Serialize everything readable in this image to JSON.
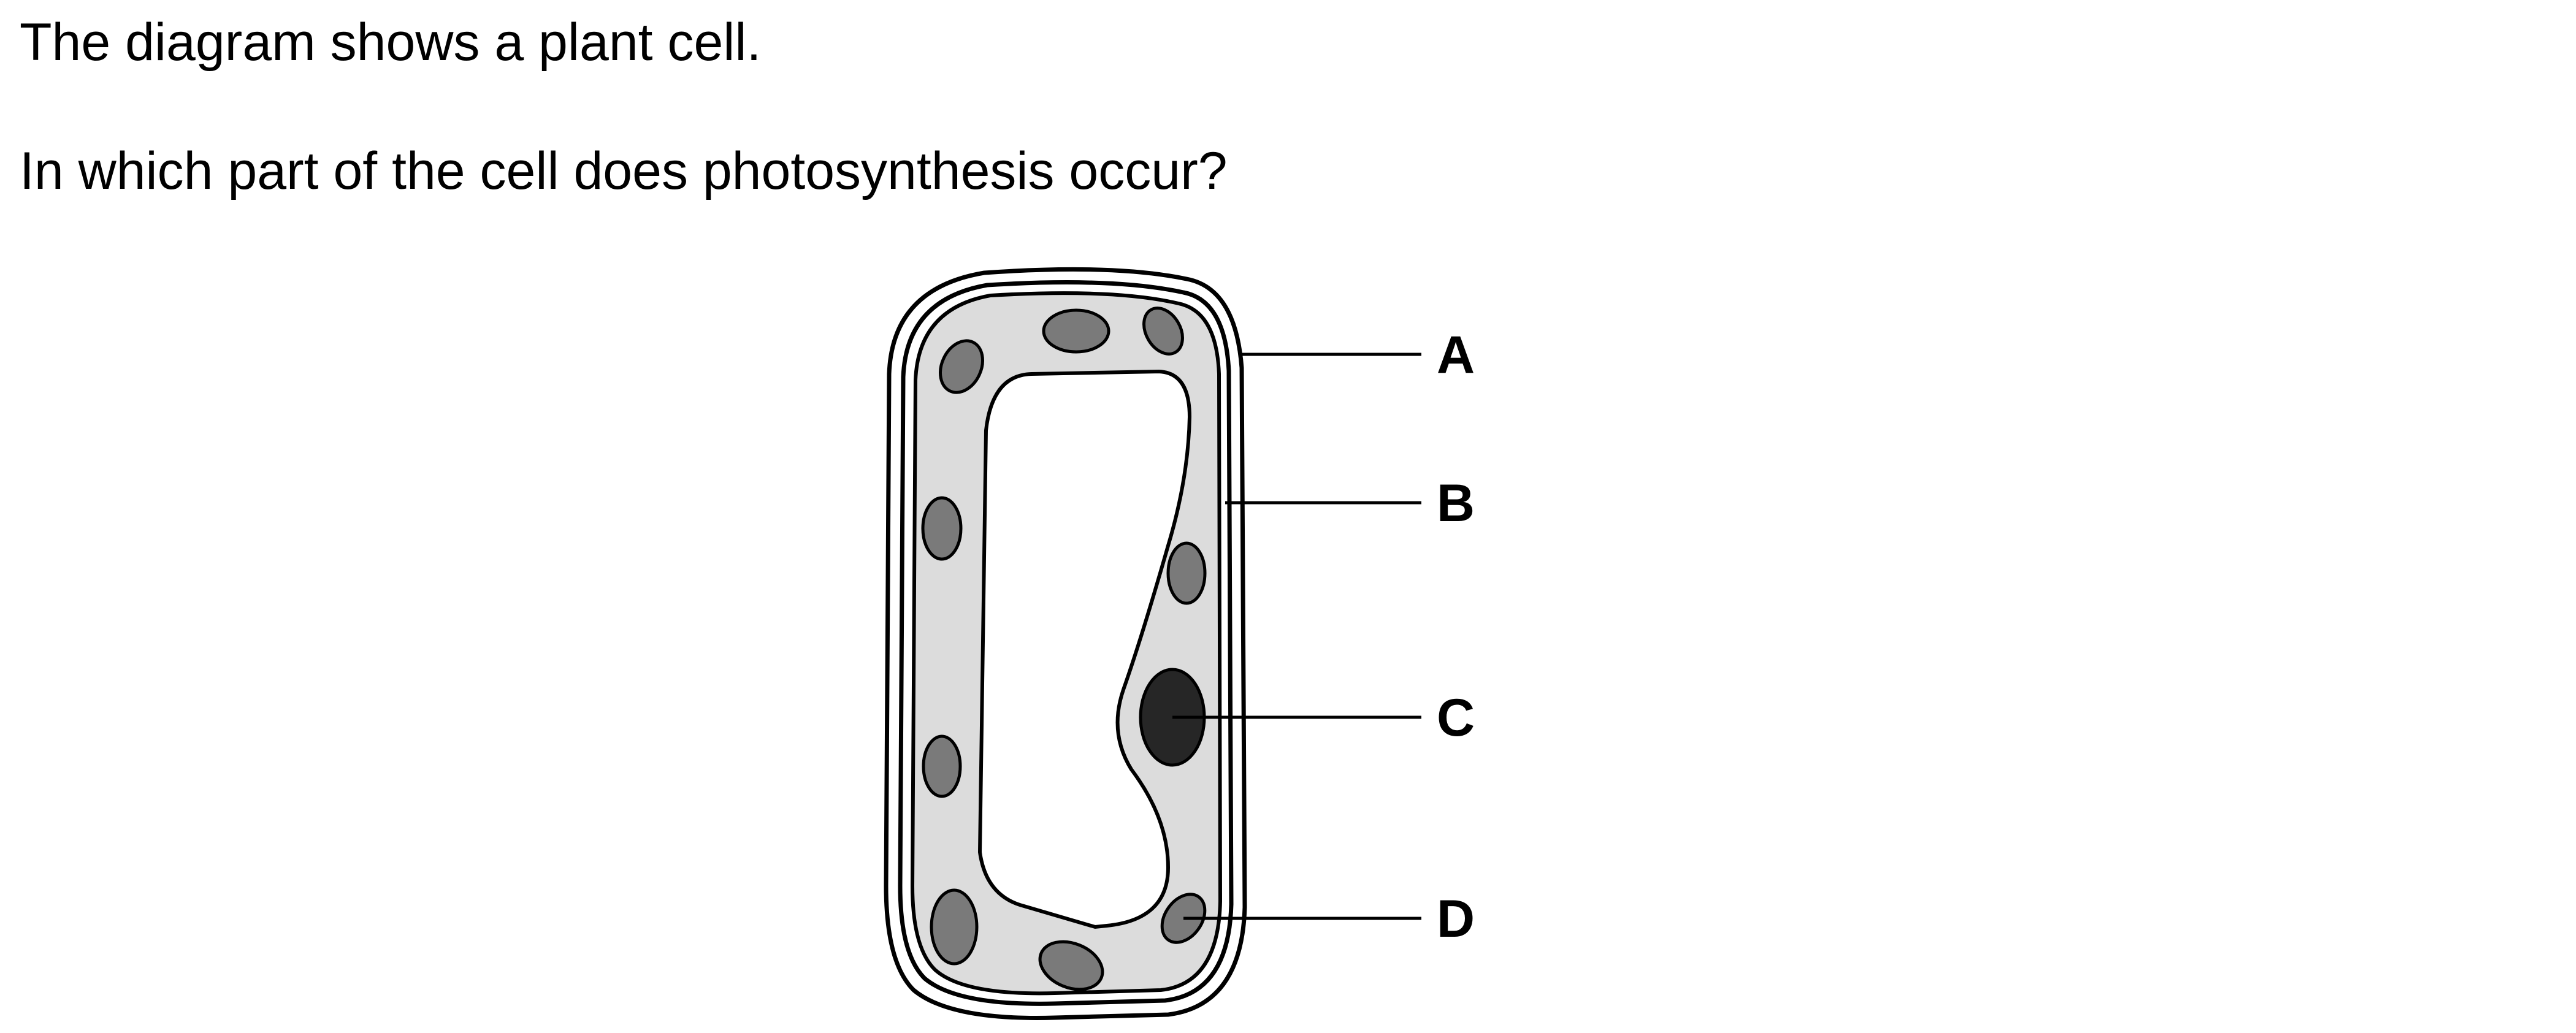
{
  "question": {
    "intro": "The diagram shows a plant cell.",
    "prompt": "In which part of the cell does photosynthesis occur?"
  },
  "diagram": {
    "labels": {
      "A": "A",
      "B": "B",
      "C": "C",
      "D": "D"
    },
    "colors": {
      "outline": "#000000",
      "cytoplasm": "#dcdcdc",
      "chloroplast": "#7a7a7a",
      "nucleus": "#262626",
      "vacuole": "#ffffff"
    }
  }
}
